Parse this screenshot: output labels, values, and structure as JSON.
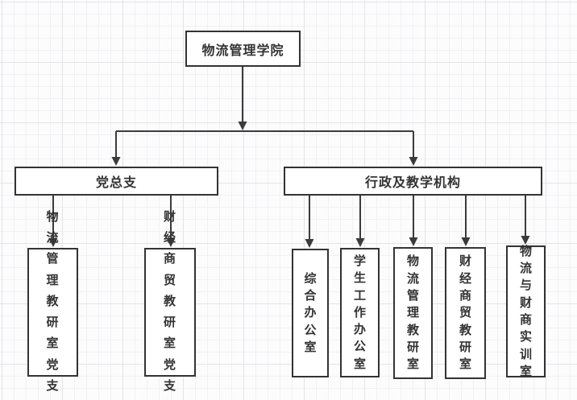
{
  "diagram": {
    "type": "org-chart",
    "colors": {
      "line": "#3b3b3b",
      "box_border": "#333333",
      "box_background": "#ffffff",
      "text": "#333333",
      "canvas_background": "#fcfcfd",
      "grid_minor": "#f1f1f4",
      "grid_major": "#e4e4e8"
    },
    "nodes": {
      "root": {
        "label": "物流管理学院"
      },
      "party": {
        "label": "党总支"
      },
      "admin": {
        "label": "行政及教学机构"
      },
      "party_children": [
        {
          "label": "物流管理教研室党支部"
        },
        {
          "label": "财经商贸教研室党支部"
        }
      ],
      "admin_children": [
        {
          "label": "综合办公室"
        },
        {
          "label": "学生工作办公室"
        },
        {
          "label": "物流管理教研室"
        },
        {
          "label": "财经商贸教研室"
        },
        {
          "label": "物流与财商实训室"
        }
      ]
    }
  }
}
